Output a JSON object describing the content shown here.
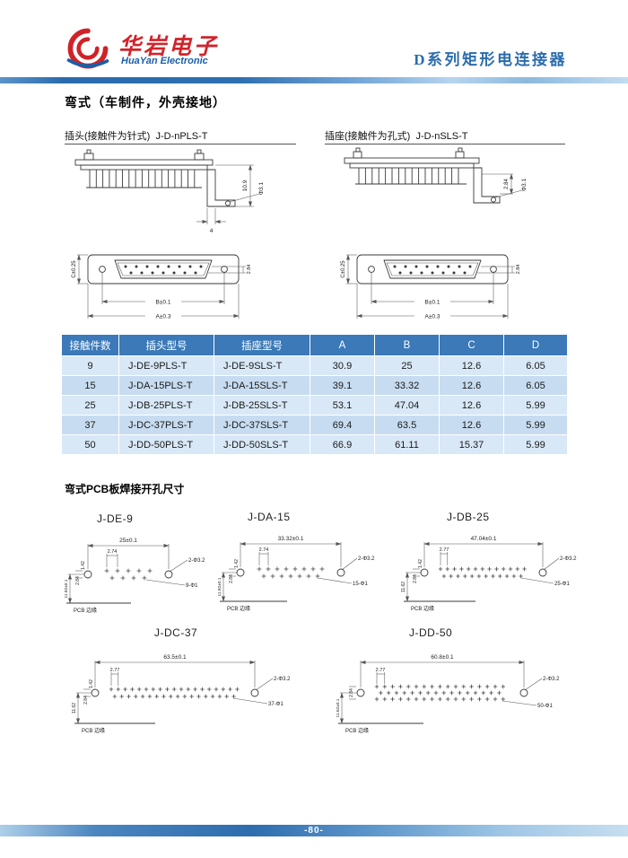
{
  "header": {
    "company_cn": "华岩电子",
    "company_en": "HuaYan Electronic",
    "series_title": "D系列矩形电连接器"
  },
  "sections": {
    "main_title": "弯式（车制件，外壳接地）",
    "plug_label": "插头(接触件为针式)  J-D-nPLS-T",
    "socket_label": "插座(接触件为孔式)  J-D-nSLS-T",
    "pcb_title": "弯式PCB板焊接开孔尺寸"
  },
  "drawings": {
    "plug_side": {
      "height_dim": "10.9",
      "hole_dim": "Φ3.1",
      "foot_dim": "4"
    },
    "plug_front": {
      "c_dim": "C±0.25",
      "row_dim": "2.84",
      "b_dim": "B±0.1",
      "a_dim": "A±0.3"
    },
    "socket_side": {
      "hole_dim": "Φ3.1",
      "row_dim": "2.84"
    },
    "socket_front": {
      "c_dim": "C±0.25",
      "row_dim": "2.84",
      "b_dim": "B±0.1",
      "a_dim": "A±0.3"
    }
  },
  "table": {
    "headers": [
      "接触件数",
      "插头型号",
      "插座型号",
      "A",
      "B",
      "C",
      "D"
    ],
    "rows": [
      [
        "9",
        "J-DE-9PLS-T",
        "J-DE-9SLS-T",
        "30.9",
        "25",
        "12.6",
        "6.05"
      ],
      [
        "15",
        "J-DA-15PLS-T",
        "J-DA-15SLS-T",
        "39.1",
        "33.32",
        "12.6",
        "6.05"
      ],
      [
        "25",
        "J-DB-25PLS-T",
        "J-DB-25SLS-T",
        "53.1",
        "47.04",
        "12.6",
        "5.99"
      ],
      [
        "37",
        "J-DC-37PLS-T",
        "J-DC-37SLS-T",
        "69.4",
        "63.5",
        "12.6",
        "5.99"
      ],
      [
        "50",
        "J-DD-50PLS-T",
        "J-DD-50SLS-T",
        "66.9",
        "61.11",
        "15.37",
        "5.99"
      ]
    ]
  },
  "pcb_diagrams": [
    {
      "title": "J-DE-9",
      "width_dim": "25±0.1",
      "pitch_dim": "2.74",
      "edge_dim": "11.92±0.1",
      "row_dim": "2.84",
      "stagger_dim": "1.42",
      "big_holes": "2-Φ3.2",
      "small_holes": "9-Φ1",
      "edge_label": "PCB 边缘"
    },
    {
      "title": "J-DA-15",
      "width_dim": "33.32±0.1",
      "pitch_dim": "2.74",
      "edge_dim": "11.92±0.1",
      "row_dim": "2.84",
      "stagger_dim": "1.42",
      "big_holes": "2-Φ3.2",
      "small_holes": "15-Φ1",
      "edge_label": "PCB 边缘"
    },
    {
      "title": "J-DB-25",
      "width_dim": "47.04±0.1",
      "pitch_dim": "2.77",
      "edge_dim": "11.62",
      "row_dim": "2.84",
      "stagger_dim": "1.42",
      "big_holes": "2-Φ3.2",
      "small_holes": "25-Φ1",
      "edge_label": "PCB 边缘"
    },
    {
      "title": "J-DC-37",
      "width_dim": "63.5±0.1",
      "pitch_dim": "2.77",
      "edge_dim": "11.62",
      "row_dim": "2.84",
      "stagger_dim": "1.42",
      "big_holes": "2-Φ3.2",
      "small_holes": "37-Φ1",
      "edge_label": "PCB 边缘"
    },
    {
      "title": "J-DD-50",
      "width_dim": "60.8±0.1",
      "pitch_dim": "2.77",
      "edge_dim": "11.62±0.1",
      "row_dim": "2.84",
      "big_holes": "2-Φ3.2",
      "small_holes": "50-Φ1",
      "edge_label": "PCB 边缘"
    }
  ],
  "footer": {
    "page_number": "-80-"
  }
}
